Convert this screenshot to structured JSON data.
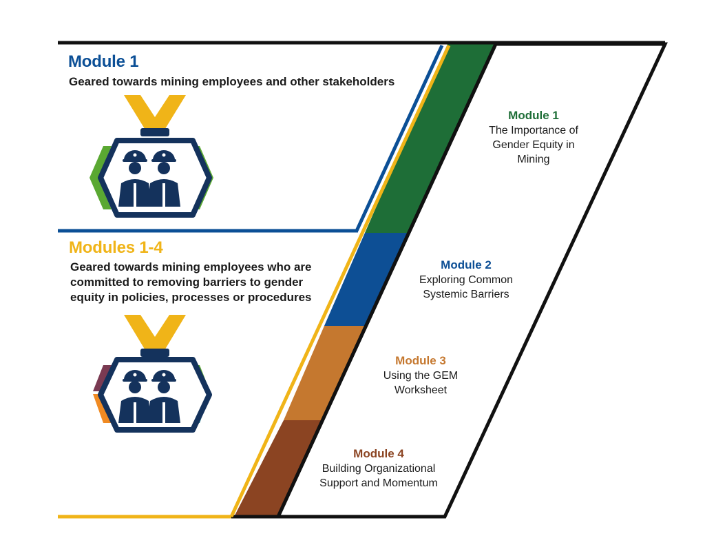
{
  "audience": [
    {
      "heading": "Module 1",
      "description": "Geared towards mining employees and other stakeholders",
      "color": "#0b4f96"
    },
    {
      "heading": "Modules 1-4",
      "description_lines": [
        "Geared towards mining employees who are",
        "committed to removing barriers to gender",
        "equity in policies, processes or procedures"
      ],
      "color": "#f0b418"
    }
  ],
  "modules": [
    {
      "title": "Module 1",
      "desc_lines": [
        "The Importance of",
        "Gender Equity in",
        "Mining"
      ],
      "color": "#1e6e37"
    },
    {
      "title": "Module 2",
      "desc_lines": [
        "Exploring Common",
        "Systemic Barriers"
      ],
      "color": "#0d4f95"
    },
    {
      "title": "Module 3",
      "desc_lines": [
        "Using the GEM",
        "Worksheet"
      ],
      "color": "#c5782f"
    },
    {
      "title": "Module 4",
      "desc_lines": [
        "Building Organizational",
        "Support and Momentum"
      ],
      "color": "#8b4422"
    }
  ],
  "colors": {
    "navy": "#14325c",
    "blue": "#0b4f96",
    "yellow": "#f0b418",
    "green": "#1e6e37",
    "band_blue": "#0d4f95",
    "orange": "#c5782f",
    "brown": "#8b4422",
    "light_green": "#5aa832",
    "black": "#111111"
  },
  "icons": [
    "medal-workers-icon",
    "medal-workers-multicolor-icon"
  ]
}
